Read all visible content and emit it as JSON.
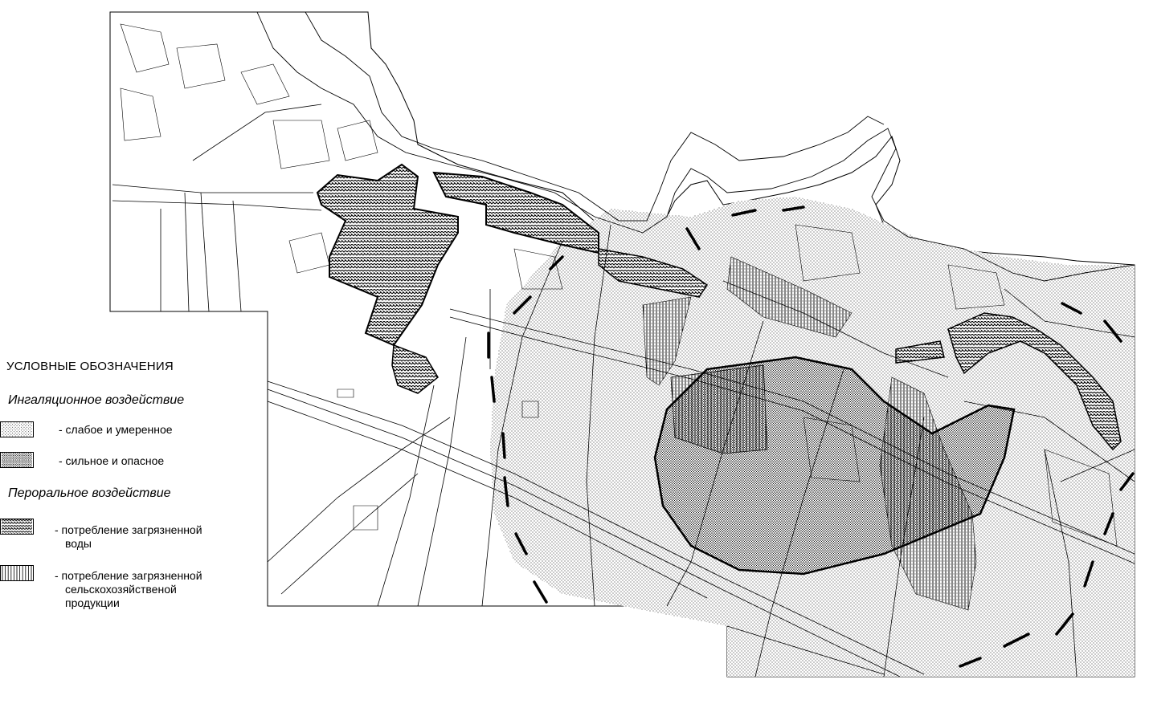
{
  "legend": {
    "title": "УСЛОВНЫЕ ОБОЗНАЧЕНИЯ",
    "inhalation": {
      "heading": "Ингаляционное воздействие",
      "items": [
        {
          "label": "- слабое и умеренное",
          "pattern": "dots-light"
        },
        {
          "label": "- сильное и опасное",
          "pattern": "dots-dense"
        }
      ]
    },
    "oral": {
      "heading": "Пероральное воздействие",
      "items": [
        {
          "label_line1": "- потребление загрязненной",
          "label_line2": "воды",
          "pattern": "zigzag"
        },
        {
          "label_line1": "- потребление загрязненной",
          "label_line2": "сельскохозяйственой",
          "label_line3": "продукции",
          "pattern": "vertical-lines"
        }
      ]
    }
  },
  "colors": {
    "ink": "#000000",
    "paper": "#ffffff"
  }
}
